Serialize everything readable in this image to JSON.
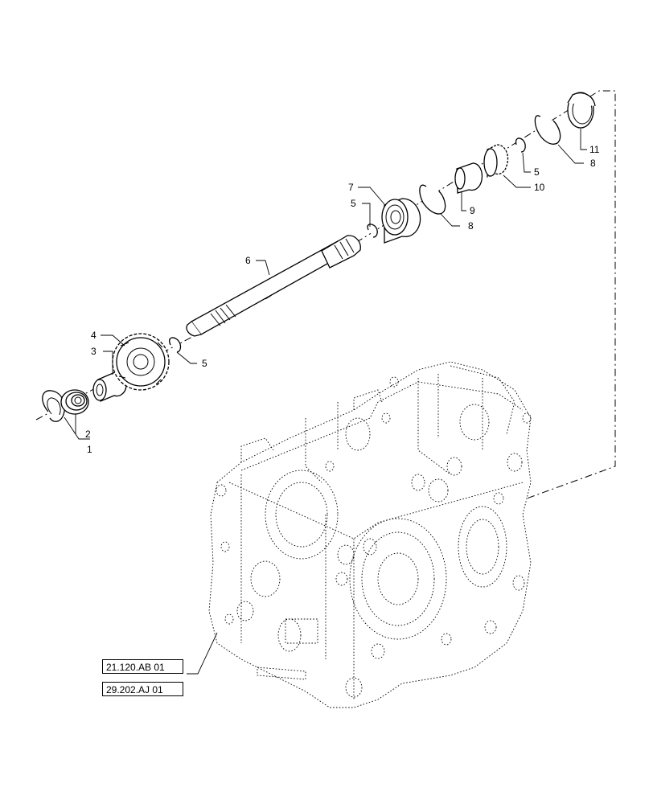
{
  "callouts": [
    "1",
    "2",
    "3",
    "4",
    "5",
    "6",
    "7",
    "8",
    "9",
    "10",
    "11"
  ],
  "references": [
    "21.120.AB 01",
    "29.202.AJ 01"
  ]
}
